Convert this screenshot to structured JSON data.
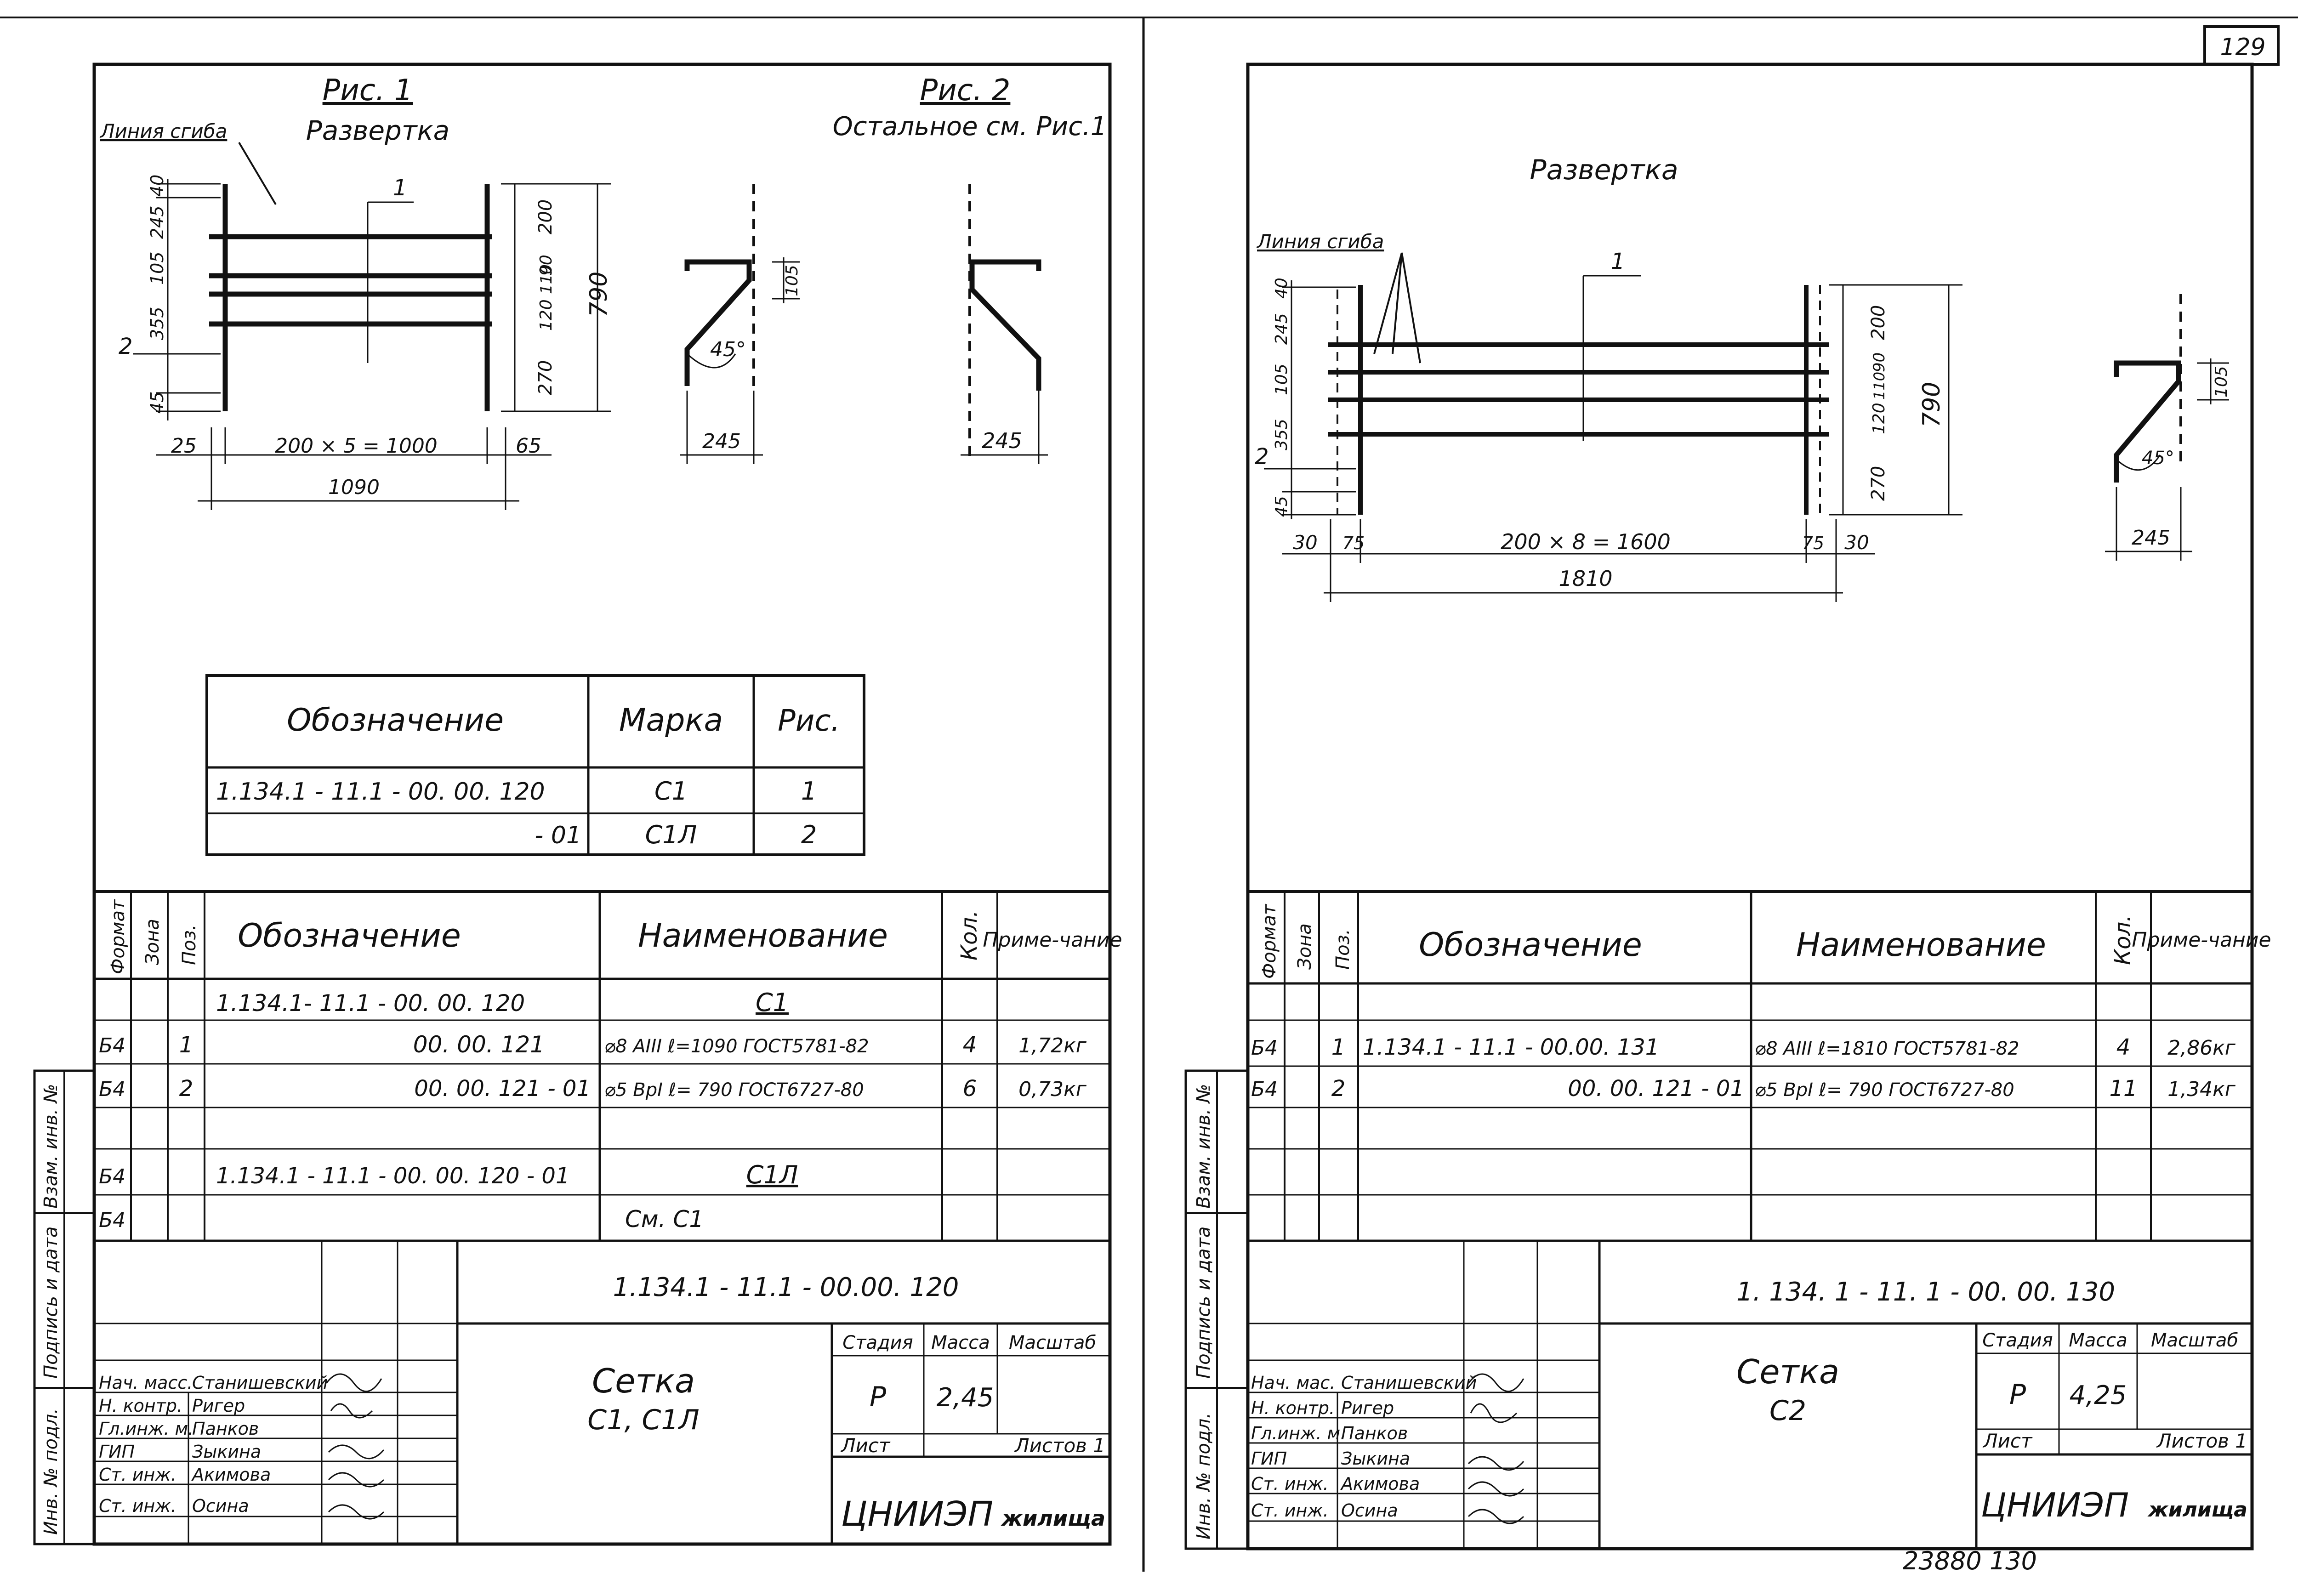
{
  "sheet_number": "129",
  "left": {
    "fig1_title": "Рис. 1",
    "fig1_subtitle": "Развертка",
    "fig2_title": "Рис. 2",
    "fig2_subtitle": "Остальное см. Рис.1",
    "bend_line_label": "Линия сгиба",
    "pos1": "1",
    "pos2": "2",
    "dims_left": [
      "40",
      "245",
      "105",
      "355",
      "45"
    ],
    "dims_right": [
      "200",
      "90",
      "110",
      "120",
      "270"
    ],
    "dim_total_height": "790",
    "dim_25": "25",
    "dim_grid": "200 × 5 = 1000",
    "dim_65": "65",
    "dim_total_len": "1090",
    "dim_105": "105",
    "dim_angle": "45°",
    "dim_245_a": "245",
    "dim_245_b": "245",
    "mark_table": {
      "headers": [
        "Обозначение",
        "Марка",
        "Рис."
      ],
      "rows": [
        [
          "1.134.1 - 11.1 - 00. 00. 120",
          "С1",
          "1"
        ],
        [
          "- 01",
          "С1Л",
          "2"
        ]
      ]
    },
    "spec": {
      "headers": [
        "Формат",
        "Зона",
        "Поз.",
        "Обозначение",
        "Наименование",
        "Кол.",
        "Приме-чание"
      ],
      "rows": [
        [
          "",
          "",
          "",
          "1.134.1- 11.1 - 00. 00. 120",
          "С1",
          "",
          ""
        ],
        [
          "Б4",
          "",
          "1",
          "00. 00. 121",
          "⌀8 АIII  ℓ=1090 ГОСТ5781-82",
          "4",
          "1,72кг"
        ],
        [
          "Б4",
          "",
          "2",
          "00. 00. 121 - 01",
          "⌀5 ВрI  ℓ= 790 ГОСТ6727-80",
          "6",
          "0,73кг"
        ],
        [
          "",
          "",
          "",
          "",
          "",
          "",
          ""
        ],
        [
          "Б4",
          "",
          "",
          "1.134.1 - 11.1 - 00. 00. 120 - 01",
          "С1Л",
          "",
          ""
        ],
        [
          "Б4",
          "",
          "",
          "",
          "См. С1",
          "",
          ""
        ]
      ]
    },
    "title_block": {
      "code": "1.134.1 - 11.1 - 00.00. 120",
      "name_line1": "Сетка",
      "name_line2": "С1, С1Л",
      "stage_label": "Стадия",
      "mass_label": "Масса",
      "scale_label": "Масштаб",
      "stage": "Р",
      "mass": "2,45",
      "sheet_label": "Лист",
      "sheets_label": "Листов 1",
      "org_logo": "ЦНИИЭП",
      "org_name": "жилища",
      "roles": [
        "Нач. масс.",
        "Н. контр.",
        "Гл.инж. м.",
        "ГИП",
        "Ст. инж.",
        "Ст. инж."
      ],
      "names": [
        "Станишевский",
        "Ригер",
        "Панков",
        "Зыкина",
        "Акимова",
        "Осина"
      ]
    },
    "side_stamp": [
      "Инв. № подл.",
      "Подпись и дата",
      "Взам. инв. №"
    ]
  },
  "right": {
    "subtitle": "Развертка",
    "bend_line_label": "Линия сгиба",
    "pos1": "1",
    "pos2": "2",
    "dims_left": [
      "40",
      "245",
      "105",
      "355",
      "45"
    ],
    "dims_right": [
      "200",
      "90",
      "110",
      "120",
      "270"
    ],
    "dim_total_height": "790",
    "dim_30a": "30",
    "dim_75a": "75",
    "dim_grid": "200 × 8 = 1600",
    "dim_75b": "75",
    "dim_30b": "30",
    "dim_total_len": "1810",
    "dim_105": "105",
    "dim_angle": "45°",
    "dim_245": "245",
    "spec": {
      "headers": [
        "Формат",
        "Зона",
        "Поз.",
        "Обозначение",
        "Наименование",
        "Кол.",
        "Приме-чание"
      ],
      "rows": [
        [
          "",
          "",
          "",
          "",
          "",
          "",
          ""
        ],
        [
          "Б4",
          "",
          "1",
          "1.134.1 - 11.1 - 00.00. 131",
          "⌀8 АIII  ℓ=1810 ГОСТ5781-82",
          "4",
          "2,86кг"
        ],
        [
          "Б4",
          "",
          "2",
          "00. 00. 121 - 01",
          "⌀5 ВрI  ℓ= 790 ГОСТ6727-80",
          "11",
          "1,34кг"
        ],
        [
          "",
          "",
          "",
          "",
          "",
          "",
          ""
        ],
        [
          "",
          "",
          "",
          "",
          "",
          "",
          ""
        ],
        [
          "",
          "",
          "",
          "",
          "",
          "",
          ""
        ]
      ]
    },
    "title_block": {
      "code": "1. 134. 1 - 11. 1 - 00. 00. 130",
      "name_line1": "Сетка",
      "name_line2": "С2",
      "stage_label": "Стадия",
      "mass_label": "Масса",
      "scale_label": "Масштаб",
      "stage": "Р",
      "mass": "4,25",
      "sheet_label": "Лист",
      "sheets_label": "Листов 1",
      "org_logo": "ЦНИИЭП",
      "org_name": "жилища",
      "roles": [
        "Нач. мас.",
        "Н. контр.",
        "Гл.инж. м.",
        "ГИП",
        "Ст. инж.",
        "Ст. инж."
      ],
      "names": [
        "Станишевский",
        "Ригер",
        "Панков",
        "Зыкина",
        "Акимова",
        "Осина"
      ]
    },
    "side_stamp": [
      "Инв. № подл.",
      "Подпись и дата",
      "Взам. инв. №"
    ]
  },
  "footer_numbers": "23880     130"
}
